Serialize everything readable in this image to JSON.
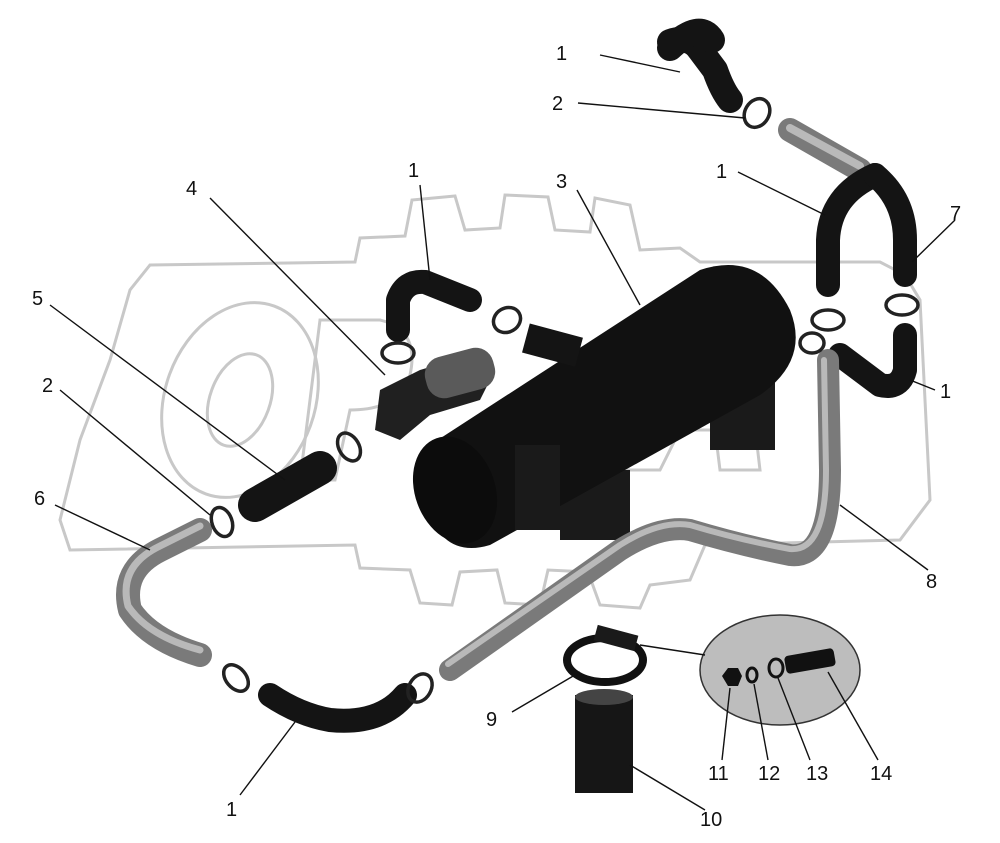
{
  "callouts": [
    {
      "id": "c-1-top",
      "text": "1"
    },
    {
      "id": "c-2-top",
      "text": "2"
    },
    {
      "id": "c-1-upper-right",
      "text": "1"
    },
    {
      "id": "c-7",
      "text": "7"
    },
    {
      "id": "c-4",
      "text": "4"
    },
    {
      "id": "c-1-center",
      "text": "1"
    },
    {
      "id": "c-3",
      "text": "3"
    },
    {
      "id": "c-5",
      "text": "5"
    },
    {
      "id": "c-2-left",
      "text": "2"
    },
    {
      "id": "c-6",
      "text": "6"
    },
    {
      "id": "c-1-right",
      "text": "1"
    },
    {
      "id": "c-8",
      "text": "8"
    },
    {
      "id": "c-9",
      "text": "9"
    },
    {
      "id": "c-11",
      "text": "11"
    },
    {
      "id": "c-12",
      "text": "12"
    },
    {
      "id": "c-13",
      "text": "13"
    },
    {
      "id": "c-14",
      "text": "14"
    },
    {
      "id": "c-10",
      "text": "10"
    },
    {
      "id": "c-1-bottom",
      "text": "1"
    }
  ],
  "colors": {
    "part_dark": "#141414",
    "hose_grey": "#7a7a7a",
    "watermark": "#c8c8c8",
    "inset_bg": "#bdbdbd"
  }
}
